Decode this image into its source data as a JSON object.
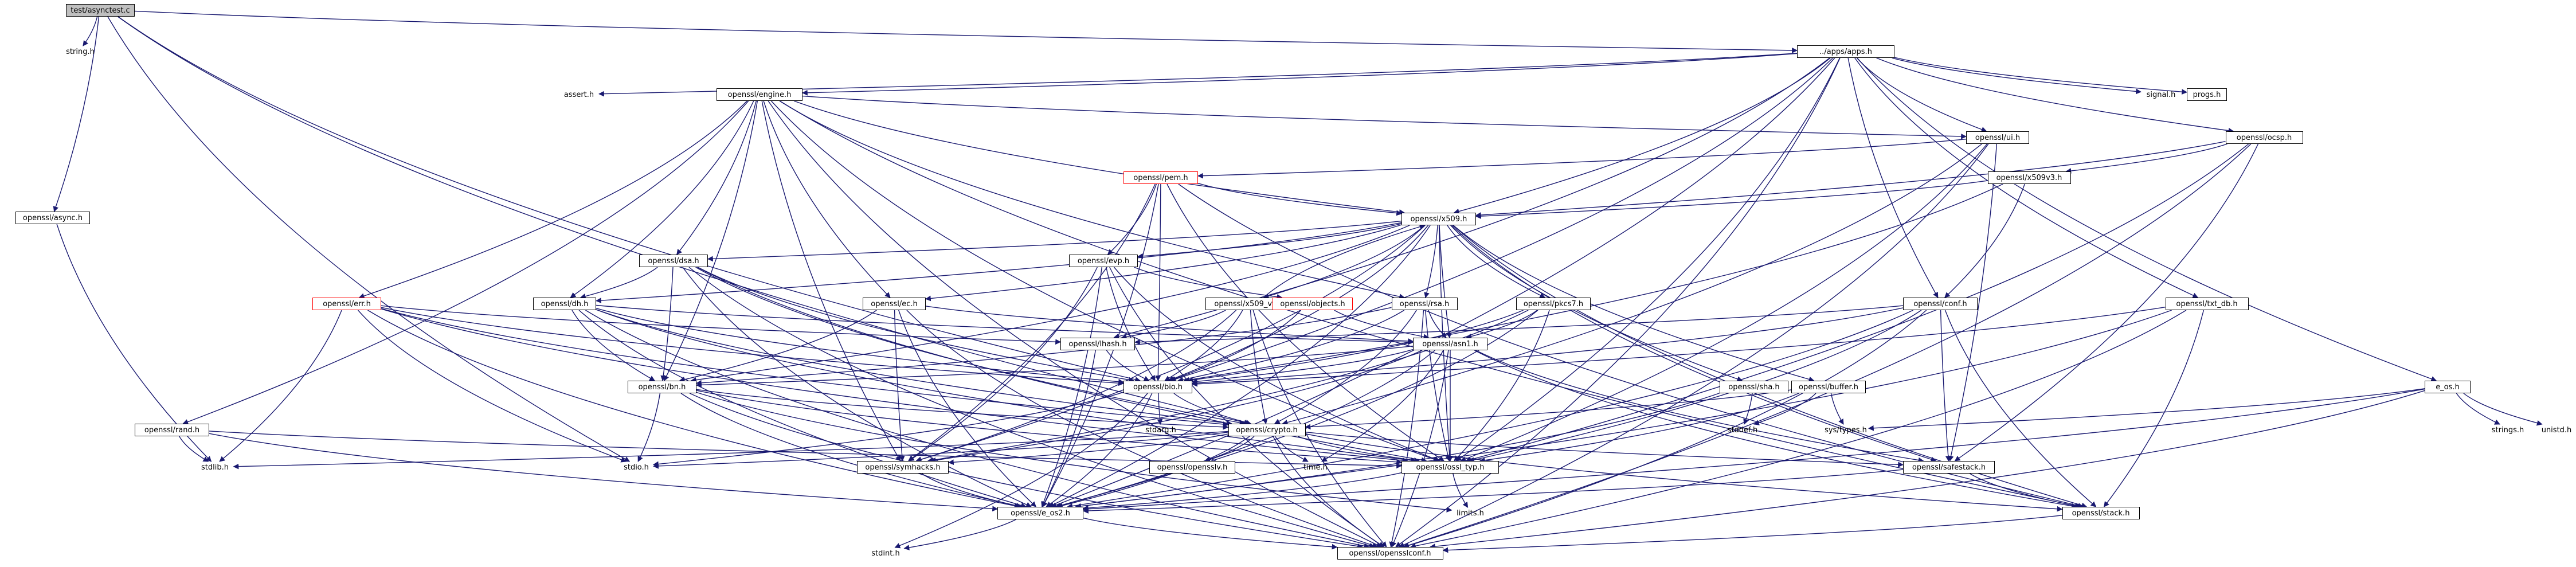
{
  "graph": {
    "colors": {
      "edge": "#191970",
      "edge_light": "#a9a9d2",
      "root_fill": "#bfbfbf",
      "red": "#ff0000"
    },
    "nodes": [
      {
        "id": "root",
        "label": "test/asynctest.c",
        "kind": "root"
      },
      {
        "id": "string",
        "label": "string.h",
        "kind": "plain"
      },
      {
        "id": "async",
        "label": "openssl/async.h",
        "kind": "boxed"
      },
      {
        "id": "apps",
        "label": "../apps/apps.h",
        "kind": "boxed"
      },
      {
        "id": "assert",
        "label": "assert.h",
        "kind": "plain"
      },
      {
        "id": "engine",
        "label": "openssl/engine.h",
        "kind": "boxed"
      },
      {
        "id": "signal",
        "label": "signal.h",
        "kind": "plain"
      },
      {
        "id": "progs",
        "label": "progs.h",
        "kind": "boxed"
      },
      {
        "id": "ocsp",
        "label": "openssl/ocsp.h",
        "kind": "boxed"
      },
      {
        "id": "ui",
        "label": "openssl/ui.h",
        "kind": "boxed"
      },
      {
        "id": "pem",
        "label": "openssl/pem.h",
        "kind": "red"
      },
      {
        "id": "x509v3",
        "label": "openssl/x509v3.h",
        "kind": "boxed"
      },
      {
        "id": "x509",
        "label": "openssl/x509.h",
        "kind": "boxed"
      },
      {
        "id": "dsa",
        "label": "openssl/dsa.h",
        "kind": "boxed"
      },
      {
        "id": "evp",
        "label": "openssl/evp.h",
        "kind": "boxed"
      },
      {
        "id": "err",
        "label": "openssl/err.h",
        "kind": "red"
      },
      {
        "id": "dh",
        "label": "openssl/dh.h",
        "kind": "boxed"
      },
      {
        "id": "ec",
        "label": "openssl/ec.h",
        "kind": "boxed"
      },
      {
        "id": "x509vfy",
        "label": "openssl/x509_vfy.h",
        "kind": "boxed"
      },
      {
        "id": "objects",
        "label": "openssl/objects.h",
        "kind": "red"
      },
      {
        "id": "rsa",
        "label": "openssl/rsa.h",
        "kind": "boxed"
      },
      {
        "id": "pkcs7",
        "label": "openssl/pkcs7.h",
        "kind": "boxed"
      },
      {
        "id": "conf",
        "label": "openssl/conf.h",
        "kind": "boxed"
      },
      {
        "id": "txtdb",
        "label": "openssl/txt_db.h",
        "kind": "boxed"
      },
      {
        "id": "lhash",
        "label": "openssl/lhash.h",
        "kind": "boxed"
      },
      {
        "id": "asn1",
        "label": "openssl/asn1.h",
        "kind": "boxed"
      },
      {
        "id": "bn",
        "label": "openssl/bn.h",
        "kind": "boxed"
      },
      {
        "id": "bio",
        "label": "openssl/bio.h",
        "kind": "boxed"
      },
      {
        "id": "sha",
        "label": "openssl/sha.h",
        "kind": "boxed"
      },
      {
        "id": "buffer",
        "label": "openssl/buffer.h",
        "kind": "boxed"
      },
      {
        "id": "eos",
        "label": "e_os.h",
        "kind": "boxed"
      },
      {
        "id": "rand",
        "label": "openssl/rand.h",
        "kind": "boxed"
      },
      {
        "id": "crypto",
        "label": "openssl/crypto.h",
        "kind": "boxed"
      },
      {
        "id": "stdarg",
        "label": "stdarg.h",
        "kind": "plain"
      },
      {
        "id": "stddef",
        "label": "stddef.h",
        "kind": "plain"
      },
      {
        "id": "systypes",
        "label": "sys/types.h",
        "kind": "plain"
      },
      {
        "id": "strings",
        "label": "strings.h",
        "kind": "plain"
      },
      {
        "id": "unistd",
        "label": "unistd.h",
        "kind": "plain"
      },
      {
        "id": "stdlib",
        "label": "stdlib.h",
        "kind": "plain"
      },
      {
        "id": "stdio",
        "label": "stdio.h",
        "kind": "plain"
      },
      {
        "id": "symhacks",
        "label": "openssl/symhacks.h",
        "kind": "boxed"
      },
      {
        "id": "opensslv",
        "label": "openssl/opensslv.h",
        "kind": "boxed"
      },
      {
        "id": "time",
        "label": "time.h",
        "kind": "plain"
      },
      {
        "id": "ossltyp",
        "label": "openssl/ossl_typ.h",
        "kind": "boxed"
      },
      {
        "id": "safestack",
        "label": "openssl/safestack.h",
        "kind": "boxed"
      },
      {
        "id": "limits",
        "label": "limits.h",
        "kind": "plain"
      },
      {
        "id": "eos2",
        "label": "openssl/e_os2.h",
        "kind": "boxed"
      },
      {
        "id": "stack",
        "label": "openssl/stack.h",
        "kind": "boxed"
      },
      {
        "id": "stdint",
        "label": "stdint.h",
        "kind": "plain"
      },
      {
        "id": "opensslconf",
        "label": "openssl/opensslconf.h",
        "kind": "boxed"
      }
    ],
    "edges": [
      [
        "root",
        "string"
      ],
      [
        "root",
        "async"
      ],
      [
        "root",
        "apps"
      ],
      [
        "root",
        "bio"
      ],
      [
        "root",
        "crypto"
      ],
      [
        "root",
        "stdio"
      ],
      [
        "async",
        "stdlib"
      ],
      [
        "apps",
        "assert"
      ],
      [
        "apps",
        "engine"
      ],
      [
        "apps",
        "signal"
      ],
      [
        "apps",
        "progs"
      ],
      [
        "apps",
        "ocsp"
      ],
      [
        "apps",
        "x509"
      ],
      [
        "apps",
        "lhash"
      ],
      [
        "apps",
        "conf"
      ],
      [
        "apps",
        "txtdb"
      ],
      [
        "apps",
        "eos"
      ],
      [
        "apps",
        "ossltyp"
      ],
      [
        "apps",
        "eos2"
      ],
      [
        "apps",
        "opensslconf"
      ],
      [
        "apps",
        "bio"
      ],
      [
        "apps",
        "ui"
      ],
      [
        "engine",
        "ui"
      ],
      [
        "engine",
        "x509"
      ],
      [
        "engine",
        "dsa"
      ],
      [
        "engine",
        "err"
      ],
      [
        "engine",
        "dh"
      ],
      [
        "engine",
        "ec"
      ],
      [
        "engine",
        "rsa"
      ],
      [
        "engine",
        "rand"
      ],
      [
        "engine",
        "bn"
      ],
      [
        "engine",
        "symhacks"
      ],
      [
        "engine",
        "ossltyp"
      ],
      [
        "engine",
        "opensslconf"
      ],
      [
        "engine",
        "stack"
      ],
      [
        "ocsp",
        "x509v3"
      ],
      [
        "ocsp",
        "x509"
      ],
      [
        "ocsp",
        "ossltyp"
      ],
      [
        "ocsp",
        "safestack"
      ],
      [
        "ocsp",
        "opensslconf"
      ],
      [
        "ui",
        "pem"
      ],
      [
        "ui",
        "crypto"
      ],
      [
        "ui",
        "safestack"
      ],
      [
        "ui",
        "ossltyp"
      ],
      [
        "ui",
        "opensslconf"
      ],
      [
        "pem",
        "x509"
      ],
      [
        "pem",
        "evp"
      ],
      [
        "pem",
        "bio"
      ],
      [
        "pem",
        "symhacks"
      ],
      [
        "pem",
        "ossltyp"
      ],
      [
        "pem",
        "eos2"
      ],
      [
        "pem",
        "stack"
      ],
      [
        "x509v3",
        "x509"
      ],
      [
        "x509v3",
        "conf"
      ],
      [
        "x509v3",
        "bio"
      ],
      [
        "x509",
        "dsa"
      ],
      [
        "x509",
        "evp"
      ],
      [
        "x509",
        "dh"
      ],
      [
        "x509",
        "ec"
      ],
      [
        "x509",
        "x509vfy"
      ],
      [
        "x509",
        "rsa"
      ],
      [
        "x509",
        "pkcs7"
      ],
      [
        "x509",
        "asn1"
      ],
      [
        "x509",
        "bn"
      ],
      [
        "x509",
        "sha"
      ],
      [
        "x509",
        "buffer"
      ],
      [
        "x509",
        "symhacks"
      ],
      [
        "x509",
        "ossltyp"
      ],
      [
        "x509",
        "safestack"
      ],
      [
        "x509",
        "eos2"
      ],
      [
        "x509",
        "stack"
      ],
      [
        "x509",
        "bio"
      ],
      [
        "dsa",
        "dh"
      ],
      [
        "dsa",
        "bn"
      ],
      [
        "dsa",
        "crypto"
      ],
      [
        "dsa",
        "bio"
      ],
      [
        "dsa",
        "ossltyp"
      ],
      [
        "dsa",
        "eos2"
      ],
      [
        "dsa",
        "opensslconf"
      ],
      [
        "evp",
        "objects"
      ],
      [
        "evp",
        "bio"
      ],
      [
        "evp",
        "symhacks"
      ],
      [
        "evp",
        "ossltyp"
      ],
      [
        "evp",
        "eos2"
      ],
      [
        "evp",
        "opensslconf"
      ],
      [
        "err",
        "lhash"
      ],
      [
        "err",
        "bio"
      ],
      [
        "err",
        "stdlib"
      ],
      [
        "err",
        "stdio"
      ],
      [
        "err",
        "crypto"
      ],
      [
        "err",
        "ossltyp"
      ],
      [
        "err",
        "eos2"
      ],
      [
        "dh",
        "bn"
      ],
      [
        "dh",
        "bio"
      ],
      [
        "dh",
        "asn1"
      ],
      [
        "dh",
        "crypto"
      ],
      [
        "dh",
        "ossltyp"
      ],
      [
        "dh",
        "eos2"
      ],
      [
        "dh",
        "opensslconf"
      ],
      [
        "ec",
        "asn1"
      ],
      [
        "ec",
        "bn"
      ],
      [
        "ec",
        "symhacks"
      ],
      [
        "ec",
        "eos2"
      ],
      [
        "ec",
        "opensslconf"
      ],
      [
        "x509vfy",
        "lhash"
      ],
      [
        "x509vfy",
        "bio"
      ],
      [
        "x509vfy",
        "crypto"
      ],
      [
        "x509vfy",
        "symhacks"
      ],
      [
        "x509vfy",
        "opensslconf"
      ],
      [
        "x509vfy",
        "x509"
      ],
      [
        "objects",
        "asn1"
      ],
      [
        "objects",
        "bio"
      ],
      [
        "rsa",
        "asn1"
      ],
      [
        "rsa",
        "bn"
      ],
      [
        "rsa",
        "bio"
      ],
      [
        "rsa",
        "crypto"
      ],
      [
        "rsa",
        "ossltyp"
      ],
      [
        "rsa",
        "opensslconf"
      ],
      [
        "pkcs7",
        "asn1"
      ],
      [
        "pkcs7",
        "bio"
      ],
      [
        "pkcs7",
        "symhacks"
      ],
      [
        "pkcs7",
        "ossltyp"
      ],
      [
        "pkcs7",
        "eos2"
      ],
      [
        "conf",
        "bio"
      ],
      [
        "conf",
        "lhash"
      ],
      [
        "conf",
        "safestack"
      ],
      [
        "conf",
        "stack"
      ],
      [
        "conf",
        "ossltyp"
      ],
      [
        "conf",
        "eos2"
      ],
      [
        "conf",
        "opensslconf"
      ],
      [
        "txtdb",
        "bio"
      ],
      [
        "txtdb",
        "stack"
      ],
      [
        "txtdb",
        "opensslconf"
      ],
      [
        "txtdb",
        "eos2"
      ],
      [
        "lhash",
        "bio"
      ],
      [
        "lhash",
        "eos2"
      ],
      [
        "asn1",
        "bio"
      ],
      [
        "asn1",
        "bn"
      ],
      [
        "asn1",
        "time"
      ],
      [
        "asn1",
        "safestack"
      ],
      [
        "asn1",
        "symhacks"
      ],
      [
        "asn1",
        "ossltyp"
      ],
      [
        "asn1",
        "eos2"
      ],
      [
        "asn1",
        "opensslconf"
      ],
      [
        "asn1",
        "stack"
      ],
      [
        "bn",
        "stdio"
      ],
      [
        "bn",
        "crypto"
      ],
      [
        "bn",
        "ossltyp"
      ],
      [
        "bn",
        "eos2"
      ],
      [
        "bn",
        "opensslconf"
      ],
      [
        "bn",
        "limits"
      ],
      [
        "bio",
        "stdarg"
      ],
      [
        "bio",
        "crypto"
      ],
      [
        "bio",
        "stdio"
      ],
      [
        "bio",
        "eos2"
      ],
      [
        "bio",
        "stdint"
      ],
      [
        "sha",
        "stddef"
      ],
      [
        "sha",
        "eos2"
      ],
      [
        "buffer",
        "stddef"
      ],
      [
        "buffer",
        "systypes"
      ],
      [
        "buffer",
        "crypto"
      ],
      [
        "buffer",
        "ossltyp"
      ],
      [
        "eos",
        "systypes"
      ],
      [
        "eos",
        "strings"
      ],
      [
        "eos",
        "unistd"
      ],
      [
        "eos",
        "eos2"
      ],
      [
        "eos",
        "opensslconf"
      ],
      [
        "rand",
        "stdlib"
      ],
      [
        "rand",
        "ossltyp"
      ],
      [
        "rand",
        "eos2"
      ],
      [
        "crypto",
        "stdlib"
      ],
      [
        "crypto",
        "symhacks"
      ],
      [
        "crypto",
        "opensslv"
      ],
      [
        "crypto",
        "time"
      ],
      [
        "crypto",
        "ossltyp"
      ],
      [
        "crypto",
        "safestack"
      ],
      [
        "crypto",
        "eos2"
      ],
      [
        "crypto",
        "opensslconf"
      ],
      [
        "crypto",
        "stack"
      ],
      [
        "crypto",
        "stdio"
      ],
      [
        "symhacks",
        "eos2"
      ],
      [
        "ossltyp",
        "eos2"
      ],
      [
        "ossltyp",
        "limits"
      ],
      [
        "safestack",
        "stack"
      ],
      [
        "safestack",
        "eos2"
      ],
      [
        "eos2",
        "opensslconf"
      ],
      [
        "eos2",
        "stdint"
      ],
      [
        "stack",
        "opensslconf"
      ]
    ]
  }
}
